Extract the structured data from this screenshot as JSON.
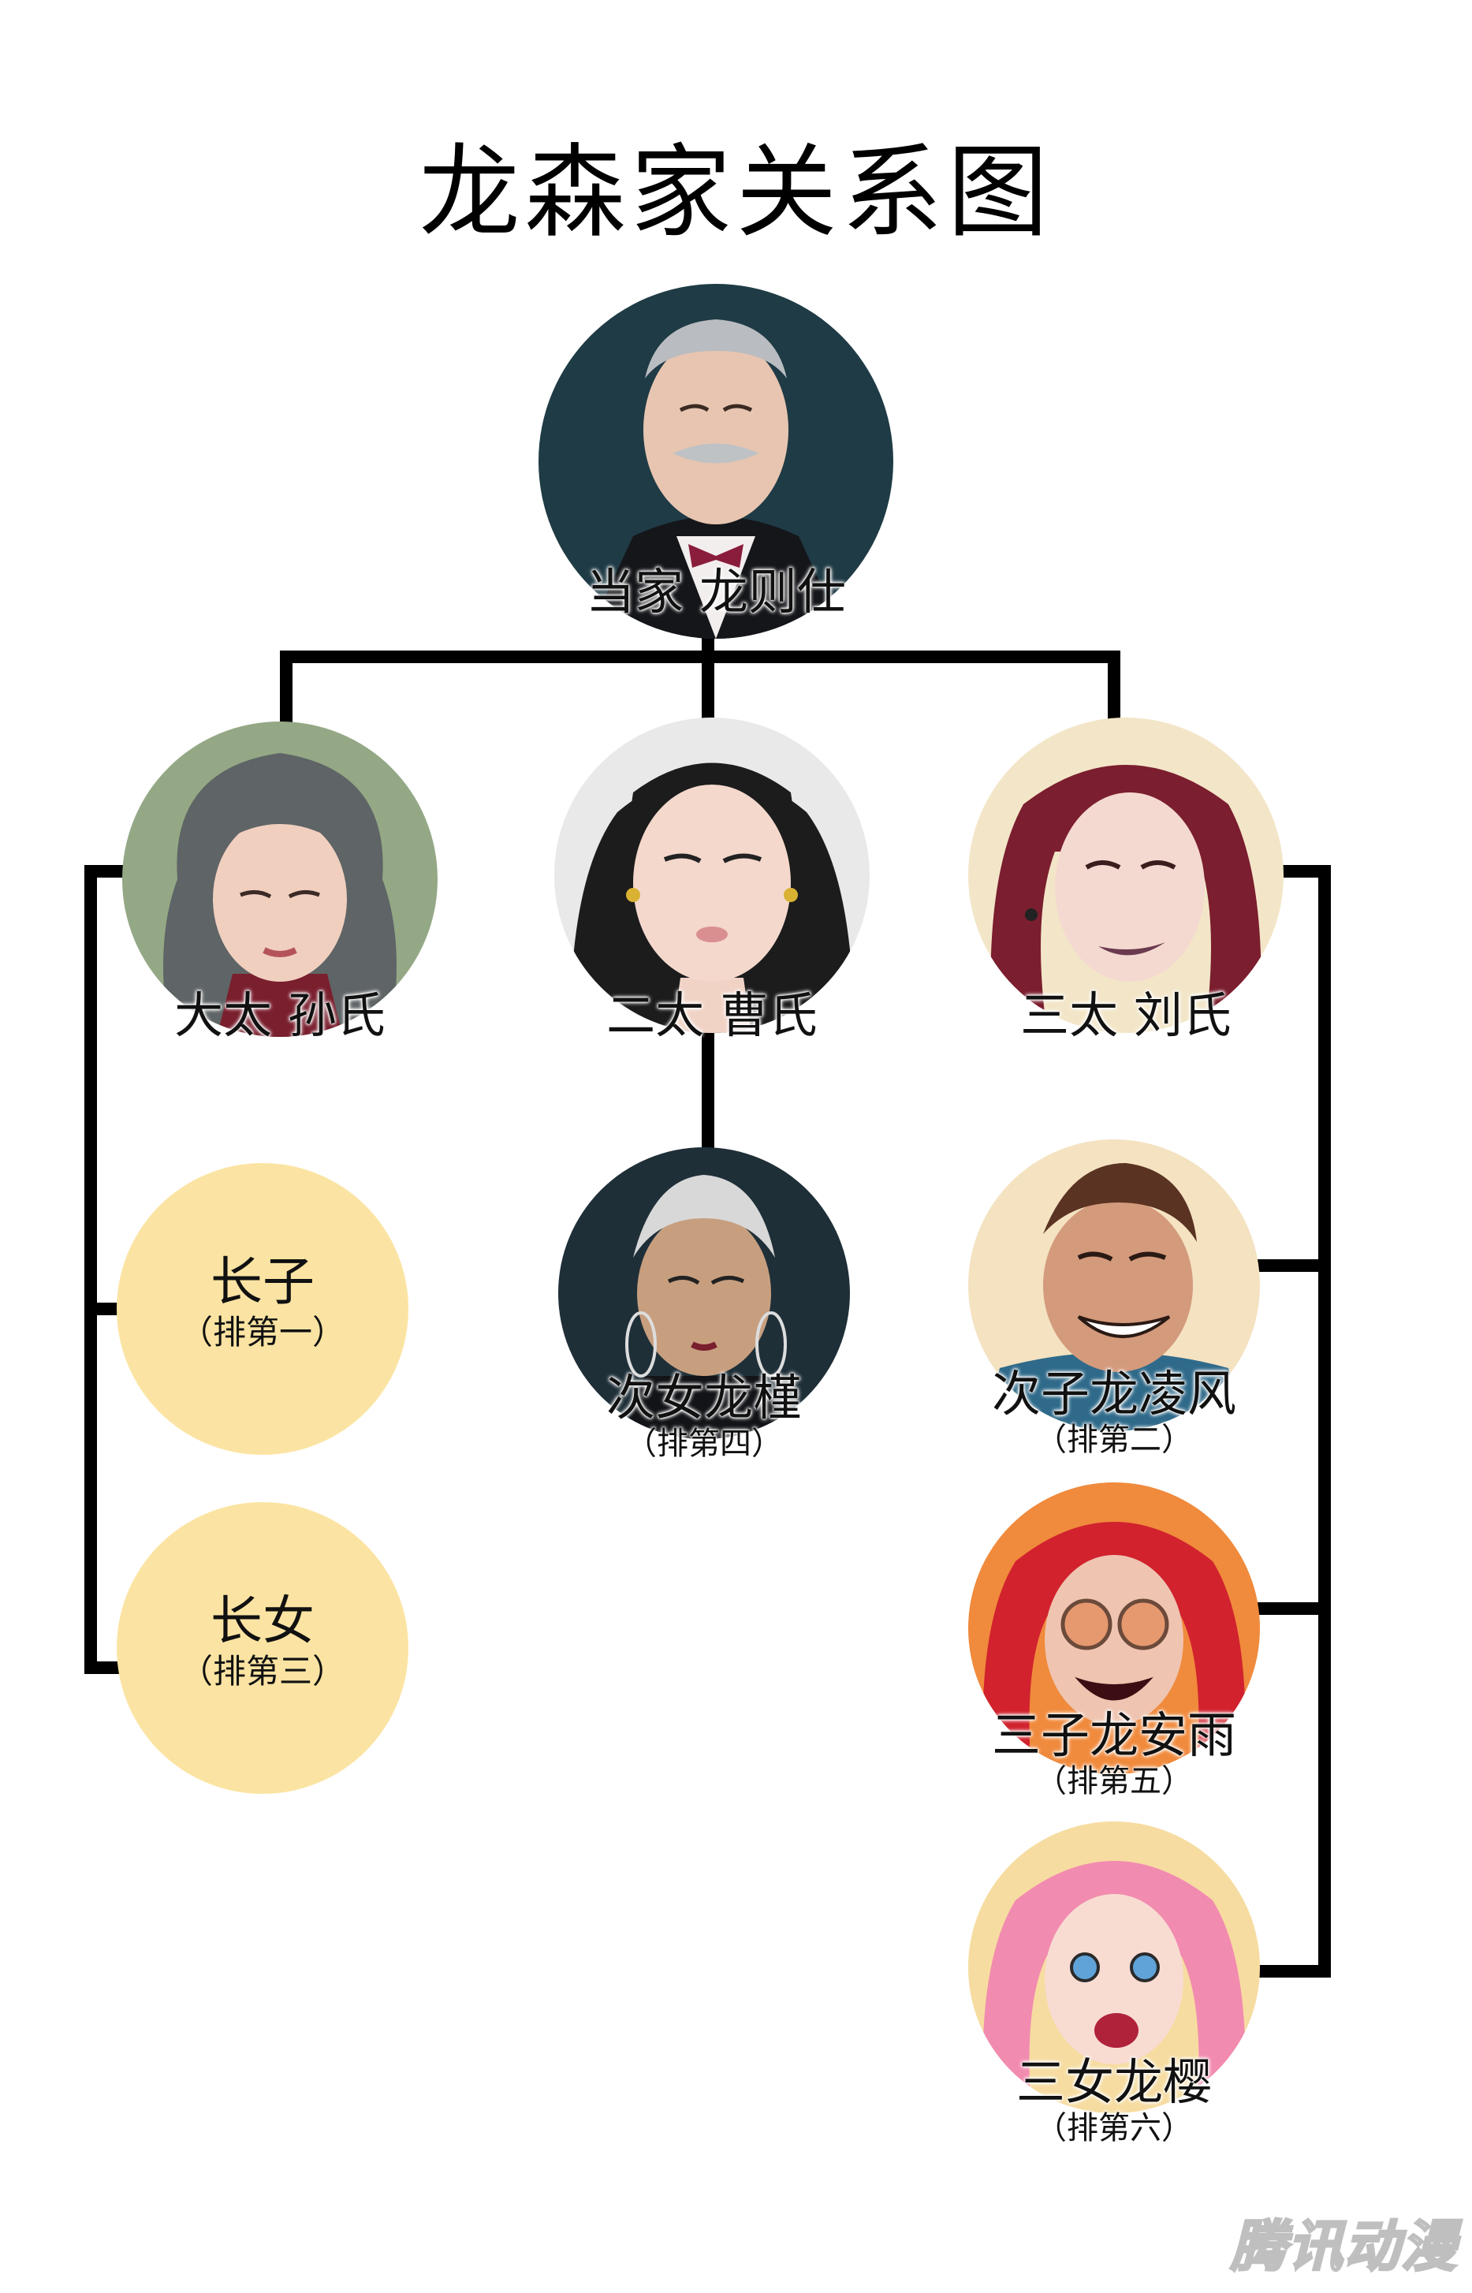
{
  "title": "龙森家关系图",
  "nodes": {
    "patriarch": {
      "name": "当家  龙则仕"
    },
    "wife1": {
      "name": "大太  孙氏"
    },
    "wife2": {
      "name": "二太  曹氏"
    },
    "wife3": {
      "name": "三太  刘氏"
    },
    "son1": {
      "name": "长子",
      "rank": "（排第一）"
    },
    "daughter1": {
      "name": "长女",
      "rank": "（排第三）"
    },
    "daughter2": {
      "name": "次女龙槿",
      "rank": "（排第四）"
    },
    "son2": {
      "name": "次子龙凌风",
      "rank": "（排第二）"
    },
    "son3": {
      "name": "三子龙安雨",
      "rank": "（排第五）"
    },
    "daughter3": {
      "name": "三女龙樱",
      "rank": "（排第六）"
    }
  },
  "watermark": "腾讯动漫",
  "colors": {
    "line": "#000000",
    "placeholder": "#fbe4a3"
  }
}
